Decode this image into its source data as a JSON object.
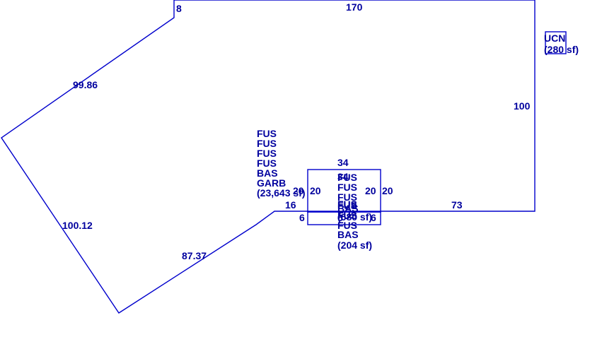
{
  "colors": {
    "line": "#0000cc",
    "text": "#00009e"
  },
  "dimensions": {
    "top_left_short": "8",
    "top": "170",
    "upper_left_diagonal": "99.86",
    "right": "100",
    "lower_left": "100.12",
    "bottom_diagonal": "87.37",
    "notch_step": "16",
    "notch_drop": "6",
    "bottom_right": "73",
    "box_top": "34",
    "box_top_inner": "34",
    "box_left_outer": "20",
    "box_left_inner": "20",
    "box_right_inner": "20",
    "box_right_outer": "20",
    "lower_box_left": "6",
    "lower_box_right": "6"
  },
  "labels": {
    "main_area": [
      "FUS",
      "FUS",
      "FUS",
      "FUS",
      "BAS",
      "GARB",
      "(23,643 sf)"
    ],
    "ucn": [
      "UCN",
      "(280 sf)"
    ],
    "upper_box": [
      "FUS",
      "FUS",
      "FUS",
      "FUS",
      "BAS",
      "(680 sf)"
    ],
    "lower_box": [
      "FUS",
      "FUS",
      "FUS",
      "BAS",
      "(204 sf)"
    ]
  }
}
